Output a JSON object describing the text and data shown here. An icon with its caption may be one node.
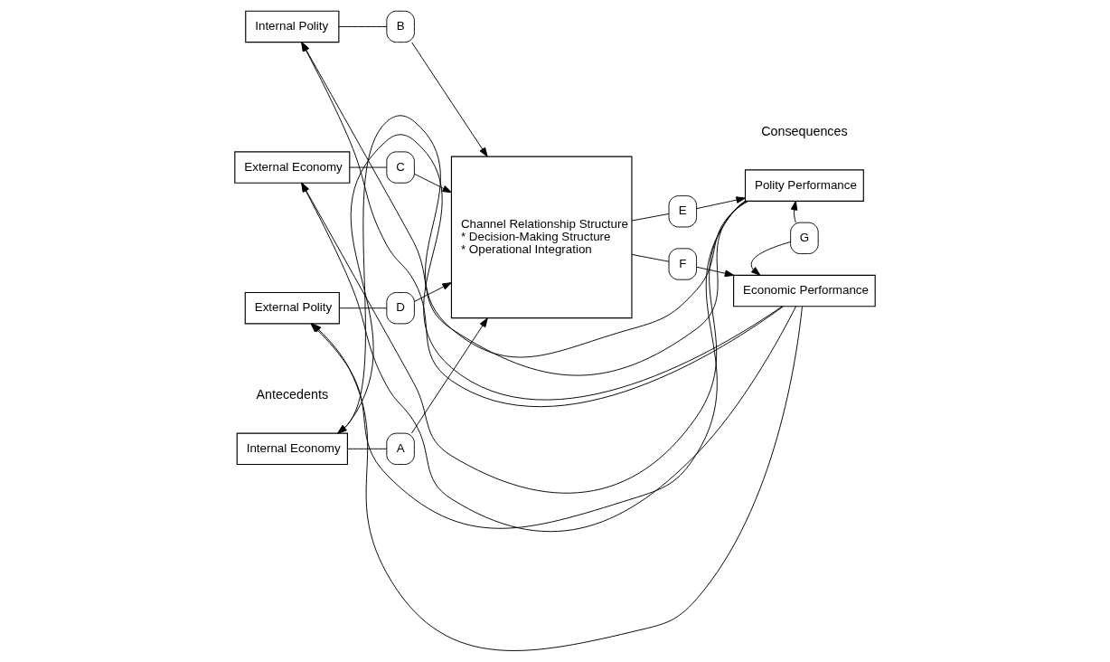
{
  "diagram": {
    "nodes": [
      {
        "text": [
          "Internal Economy"
        ]
      },
      {
        "text": [
          "Internal Polity"
        ]
      },
      {
        "text": [
          "External Economy"
        ]
      },
      {
        "text": [
          "External Polity"
        ]
      },
      {
        "text": [
          "A"
        ]
      },
      {
        "text": [
          "B"
        ]
      },
      {
        "text": [
          "C"
        ]
      },
      {
        "text": [
          "D"
        ]
      },
      {
        "text": [
          "Channel Relationship Structure",
          "* Decision-Making Structure",
          "* Operational Integration"
        ]
      },
      {
        "text": [
          "E"
        ]
      },
      {
        "text": [
          "F"
        ]
      },
      {
        "text": [
          "Polity Performance"
        ]
      },
      {
        "text": [
          "Economic Performance"
        ]
      },
      {
        "text": [
          "G"
        ]
      }
    ],
    "edges": [
      {
        "from": 0,
        "to": 4,
        "arrow": "none"
      },
      {
        "from": 4,
        "to": 8,
        "arrow": "to"
      },
      {
        "from": 1,
        "to": 5,
        "arrow": "none"
      },
      {
        "from": 5,
        "to": 8,
        "arrow": "to"
      },
      {
        "from": 2,
        "to": 6,
        "arrow": "none"
      },
      {
        "from": 6,
        "to": 8,
        "arrow": "to"
      },
      {
        "from": 3,
        "to": 7,
        "arrow": "none"
      },
      {
        "from": 7,
        "to": 8,
        "arrow": "to"
      },
      {
        "from": 8,
        "to": 9,
        "arrow": "none"
      },
      {
        "from": 9,
        "to": 11,
        "arrow": "to"
      },
      {
        "from": 8,
        "to": 10,
        "arrow": "none"
      },
      {
        "from": 10,
        "to": 12,
        "arrow": "to"
      },
      {
        "from": 13,
        "to": 11,
        "arrow": "to"
      },
      {
        "from": 13,
        "to": 12,
        "arrow": "to"
      },
      {
        "from": 11,
        "to": 0,
        "arrow": "to"
      },
      {
        "from": 11,
        "to": 1,
        "arrow": "to"
      },
      {
        "from": 11,
        "to": 2,
        "arrow": "to"
      },
      {
        "from": 11,
        "to": 3,
        "arrow": "to"
      },
      {
        "from": 12,
        "to": 0,
        "arrow": "to"
      },
      {
        "from": 12,
        "to": 1,
        "arrow": "to"
      },
      {
        "from": 12,
        "to": 2,
        "arrow": "to"
      },
      {
        "from": 12,
        "to": 3,
        "arrow": "to"
      }
    ],
    "labels": [
      "Antecedents",
      "Consequences"
    ]
  }
}
